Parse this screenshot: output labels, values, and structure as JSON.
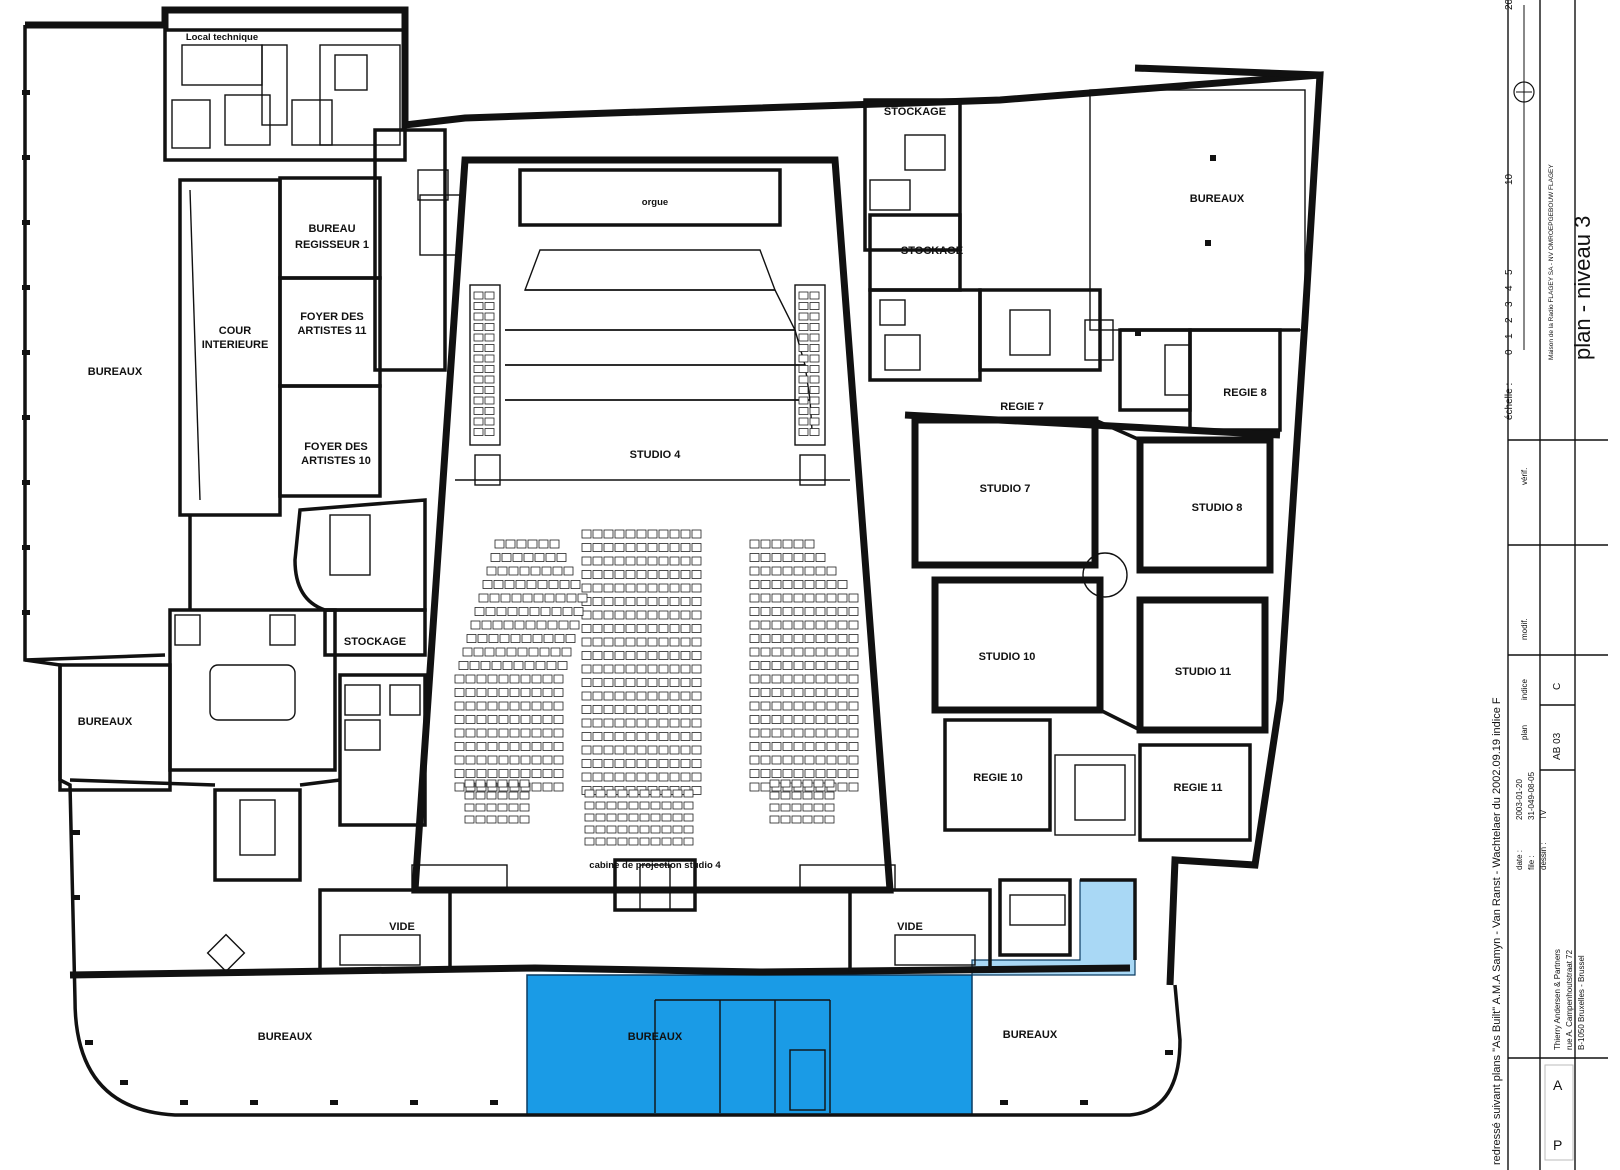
{
  "rooms": {
    "local_technique": "Local technique",
    "bureaux_left": "BUREAUX",
    "bureaux_top_right": "BUREAUX",
    "bureaux_west": "BUREAUX",
    "bureaux_bottom_left": "BUREAUX",
    "bureaux_bottom_center": "BUREAUX",
    "bureaux_bottom_right": "BUREAUX",
    "bureau_regisseur_1": "BUREAU",
    "bureau_regisseur_2": "REGISSEUR 1",
    "cour_1": "COUR",
    "cour_2": "INTERIEURE",
    "foyer11_1": "FOYER DES",
    "foyer11_2": "ARTISTES 11",
    "foyer10_1": "FOYER DES",
    "foyer10_2": "ARTISTES 10",
    "stockage_top": "STOCKAGE",
    "stockage_mid": "STOCKAGE",
    "stockage_left": "STOCKAGE",
    "orgue": "orgue",
    "studio4": "STUDIO 4",
    "cabine": "cabine de projection studio 4",
    "vide_left": "VIDE",
    "vide_right": "VIDE",
    "regie7": "REGIE 7",
    "regie8": "REGIE 8",
    "regie10": "REGIE 10",
    "regie11": "REGIE 11",
    "studio7": "STUDIO 7",
    "studio8": "STUDIO 8",
    "studio10": "STUDIO 10",
    "studio11": "STUDIO 11"
  },
  "title_block": {
    "echelle_label": "échelle :",
    "scale_ticks": [
      "0",
      "1",
      "2",
      "3",
      "4",
      "5",
      "10",
      "20"
    ],
    "client": "Maison de la Radio FLAGEY SA - NV OMROEPGEBOUW FLAGEY",
    "plan_title": "plan - niveau 3",
    "verif": "vérif.",
    "modif": "modif.",
    "indice_label": "indice",
    "indice_value": "C",
    "plan_label": "plan",
    "plan_value": "AB 03",
    "date_label": "date :",
    "date_value": "2003-01-20",
    "file_label": "file :",
    "file_value": "31-049-08-05",
    "dessin_label": "dessin :",
    "dessin_value": "TV",
    "firm_line1": "Thierry Andersen & Partners",
    "firm_line2": "rue A. Campenhoutstraat 72",
    "firm_line3": "B-1050 Bruxelles - Brussel",
    "redrawn_note": "redressé suivant plans \"As Built\" A.M.A Samyn - Van Ranst - Wachtelaer du 2002.09.19 indice F"
  },
  "colors": {
    "highlight": "#1a9be6",
    "highlight_light": "#a9d8f5",
    "walls": "#111111"
  }
}
